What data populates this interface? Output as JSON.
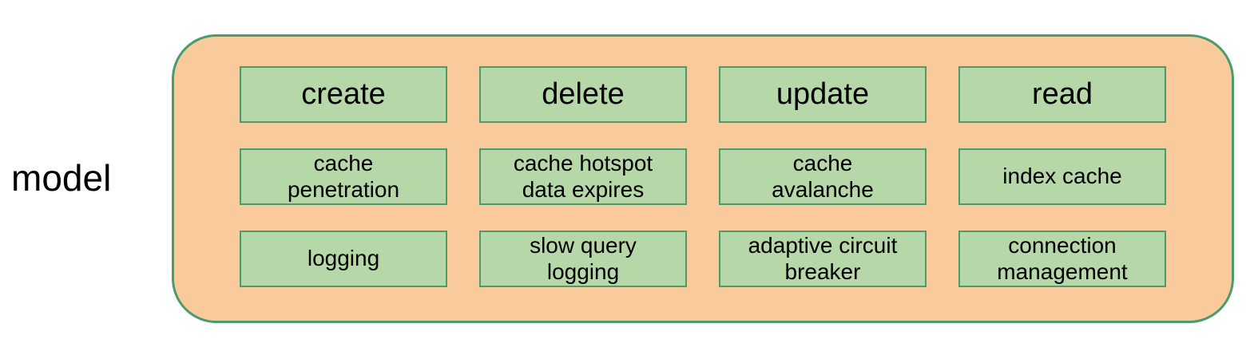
{
  "labels": {
    "side": "model"
  },
  "colors": {
    "container_fill": "#f9cb9c",
    "container_border": "#4c9c6b",
    "box_fill": "#b6d7a8",
    "box_border": "#4c9c6b",
    "text": "#000000"
  },
  "grid": {
    "row1": [
      "create",
      "delete",
      "update",
      "read"
    ],
    "row2": [
      "cache\npenetration",
      "cache hotspot\ndata expires",
      "cache\navalanche",
      "index cache"
    ],
    "row3": [
      "logging",
      "slow query\nlogging",
      "adaptive circuit\nbreaker",
      "connection\nmanagement"
    ]
  }
}
